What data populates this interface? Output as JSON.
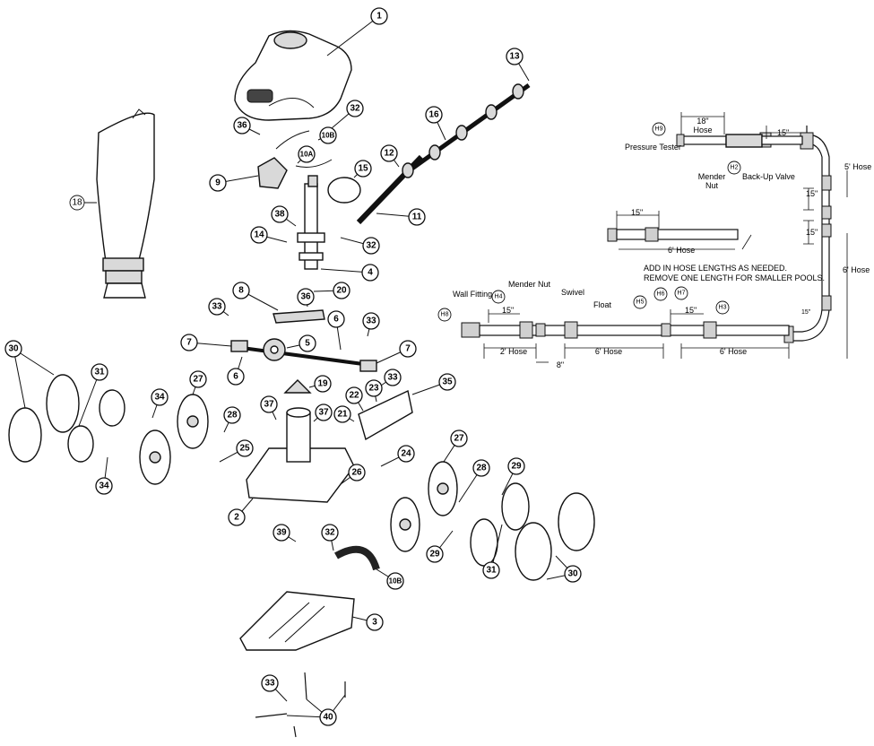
{
  "callouts": {
    "c1": "1",
    "c13": "13",
    "c16": "16",
    "c32a": "32",
    "c36a": "36",
    "c10b_top": "10B",
    "c12": "12",
    "c15": "15",
    "c10a": "10A",
    "c9": "9",
    "c11": "11",
    "c38": "38",
    "c14": "14",
    "c32b": "32",
    "c4": "4",
    "c18": "18",
    "c8": "8",
    "c36b": "36",
    "c20": "20",
    "c33a": "33",
    "c6a": "6",
    "c33b": "33",
    "c7a": "7",
    "c5": "5",
    "c7b": "7",
    "c6b": "6",
    "c30a": "30",
    "c31a": "31",
    "c34a": "34",
    "c27a": "27",
    "c19": "19",
    "c33c": "33",
    "c35": "35",
    "c22": "22",
    "c23": "23",
    "c21": "21",
    "c37a": "37",
    "c37b": "37",
    "c28a": "28",
    "c25": "25",
    "c24": "24",
    "c34b": "34",
    "c26": "26",
    "c27b": "27",
    "c28b": "28",
    "c29a": "29",
    "c2": "2",
    "c39": "39",
    "c32c": "32",
    "c10b_bot": "10B",
    "c29b": "29",
    "c31b": "31",
    "c30b": "30",
    "c3": "3",
    "c33d": "33",
    "c40": "40"
  },
  "hose_callouts": {
    "h9": "H9",
    "h2": "H2",
    "h8": "H8",
    "h4": "H4",
    "h6": "H6",
    "h7": "H7",
    "h5": "H5",
    "h3": "H3"
  },
  "hose_labels": {
    "pressure_tester": "Pressure Tester",
    "hose_18": "18\"",
    "hose_18_sub": "Hose",
    "mender_nut_1": "Mender",
    "mender_nut_2": "Nut",
    "backup_valve": "Back-Up Valve",
    "len_15_top": "15\"",
    "len_5_hose": "5' Hose",
    "len_15_a": "15\"",
    "len_15_b": "15\"",
    "len_6_hose_right": "6' Hose",
    "len_15_mid": "15\"",
    "len_6_hose_mid": "6' Hose",
    "note_line1": "ADD IN HOSE LENGTHS AS NEEDED.",
    "note_line2": "REMOVE ONE LENGTH FOR SMALLER POOLS.",
    "wall_fitting": "Wall Fitting",
    "mender_nut": "Mender Nut",
    "swivel": "Swivel",
    "float": "Float",
    "len_15_h4": "15\"",
    "len_15_h7": "15\"",
    "len_15_corner": "15\"",
    "len_2_hose": "2' Hose",
    "len_6_hose_a": "6' Hose",
    "len_6_hose_b": "6' Hose",
    "len_8": "8\""
  }
}
